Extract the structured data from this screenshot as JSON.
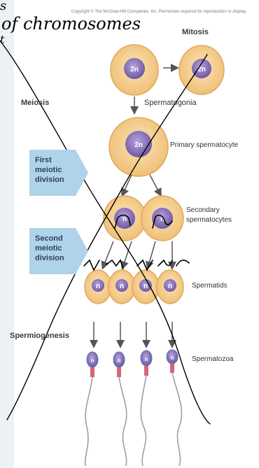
{
  "copyright": "Copyright © The McGraw-Hill Companies, Inc. Permission required for reproduction or display.",
  "handwriting": {
    "line1": "of chromosomes",
    "corner_top": "s",
    "corner_left": "t"
  },
  "labels": {
    "mitosis": "Mitosis",
    "meiosis": "Meiosis",
    "spermatogonia": "Spermatogonia",
    "primary_spermatocyte": "Primary spermatocyte",
    "secondary_spermatocytes_1": "Secondary",
    "secondary_spermatocytes_2": "spermatocytes",
    "spermatids": "Spermatids",
    "spermiogenesis": "Spermiogenesis",
    "spermatozoa": "Spermatozoa"
  },
  "banners": {
    "first": [
      "First",
      "meiotic",
      "division"
    ],
    "second": [
      "Second",
      "meiotic",
      "division"
    ]
  },
  "cells": {
    "spermatogonium_left": "2n",
    "spermatogonium_right": "2n",
    "primary": "2n",
    "secondary_left": "n",
    "secondary_right": "n",
    "spermatid": "n",
    "sperm_head": "n"
  },
  "colors": {
    "cytoplasm": "#f3cd8a",
    "cytoplasm_edge": "#e0a85a",
    "nucleus": "#8a73b8",
    "banner": "#aed3ea",
    "ink": "#000000"
  }
}
